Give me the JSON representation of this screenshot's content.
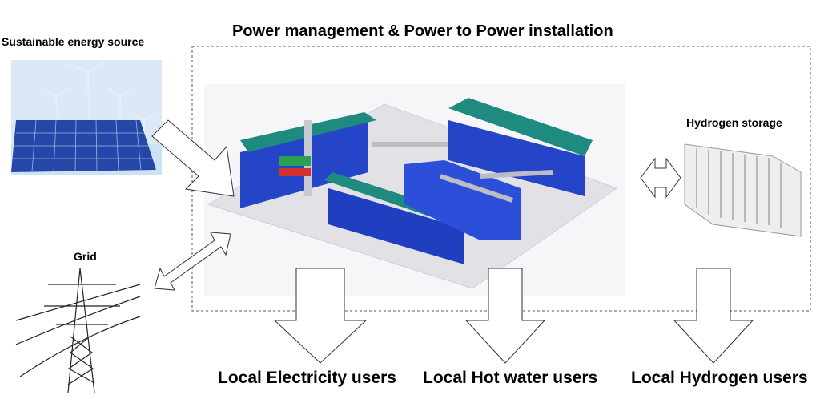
{
  "title": "Power management & Power to Power installation",
  "sources": {
    "sustainable": "Sustainable energy source",
    "grid": "Grid"
  },
  "storage": "Hydrogen storage",
  "users": [
    "Local Electricity users",
    "Local Hot water users",
    "Local Hydrogen users"
  ],
  "colors": {
    "container_roof": "#1f8a80",
    "container_body": "#1f3fc0",
    "floor": "#e6e6ea"
  }
}
